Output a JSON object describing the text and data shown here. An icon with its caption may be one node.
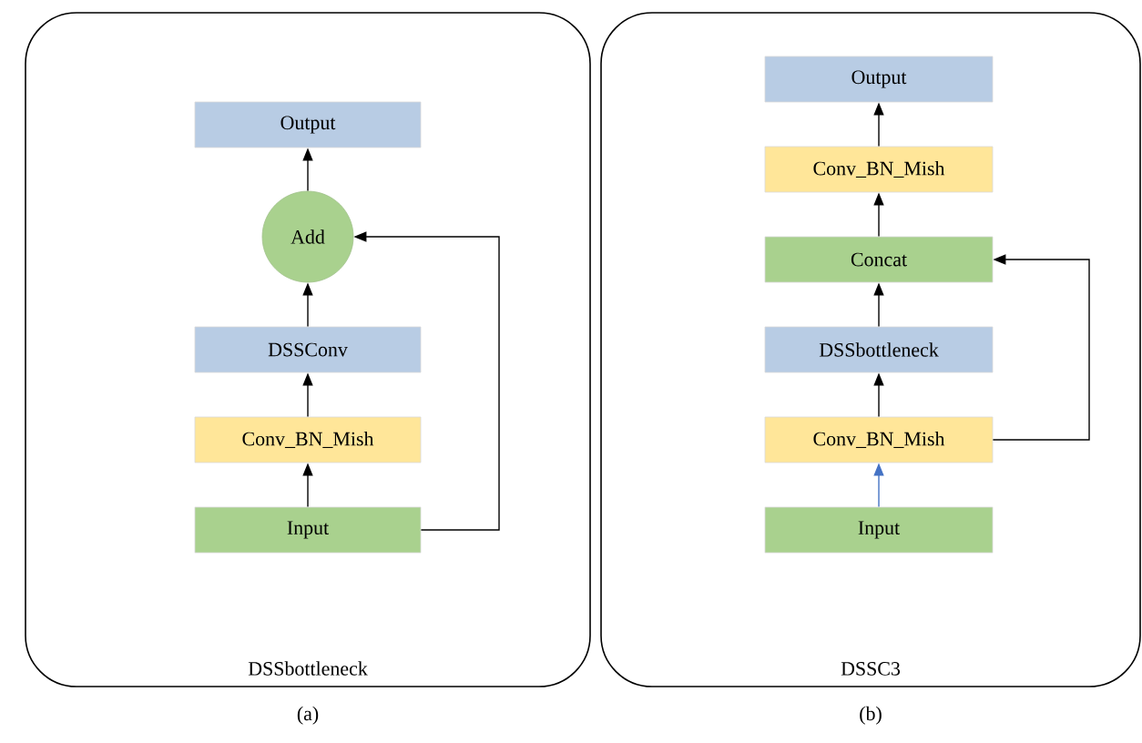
{
  "diagram": {
    "nodes": [
      {
        "text": [
          "DSSbottleneck"
        ],
        "beside": [
          "(a)"
        ]
      },
      {
        "text": [
          "Output"
        ],
        "in": 0
      },
      {
        "text": [
          "Add"
        ],
        "in": 0
      },
      {
        "text": [
          "DSSConv"
        ],
        "in": 0
      },
      {
        "text": [
          "Conv_BN_Mish"
        ],
        "in": 0
      },
      {
        "text": [
          "Input"
        ],
        "in": 0
      },
      {
        "text": [
          "DSSC3"
        ],
        "beside": [
          "(b)"
        ]
      },
      {
        "text": [
          "Output"
        ],
        "in": 6
      },
      {
        "text": [
          "Conv_BN_Mish"
        ],
        "in": 6
      },
      {
        "text": [
          "Concat"
        ],
        "in": 6
      },
      {
        "text": [
          "DSSbottleneck"
        ],
        "in": 6
      },
      {
        "text": [
          "Conv_BN_Mish"
        ],
        "in": 6
      },
      {
        "text": [
          "Input"
        ],
        "in": 6
      }
    ],
    "edges": [
      {
        "from": 5,
        "to": 4,
        "arrow": "to"
      },
      {
        "from": 4,
        "to": 3,
        "arrow": "to"
      },
      {
        "from": 3,
        "to": 2,
        "arrow": "to"
      },
      {
        "from": 2,
        "to": 1,
        "arrow": "to"
      },
      {
        "from": 5,
        "to": 2,
        "arrow": "to"
      },
      {
        "from": 12,
        "to": 11,
        "arrow": "to",
        "color": "#4472c4"
      },
      {
        "from": 11,
        "to": 10,
        "arrow": "to"
      },
      {
        "from": 10,
        "to": 9,
        "arrow": "to"
      },
      {
        "from": 9,
        "to": 8,
        "arrow": "to"
      },
      {
        "from": 8,
        "to": 7,
        "arrow": "to"
      },
      {
        "from": 11,
        "to": 9,
        "arrow": "to"
      }
    ]
  }
}
